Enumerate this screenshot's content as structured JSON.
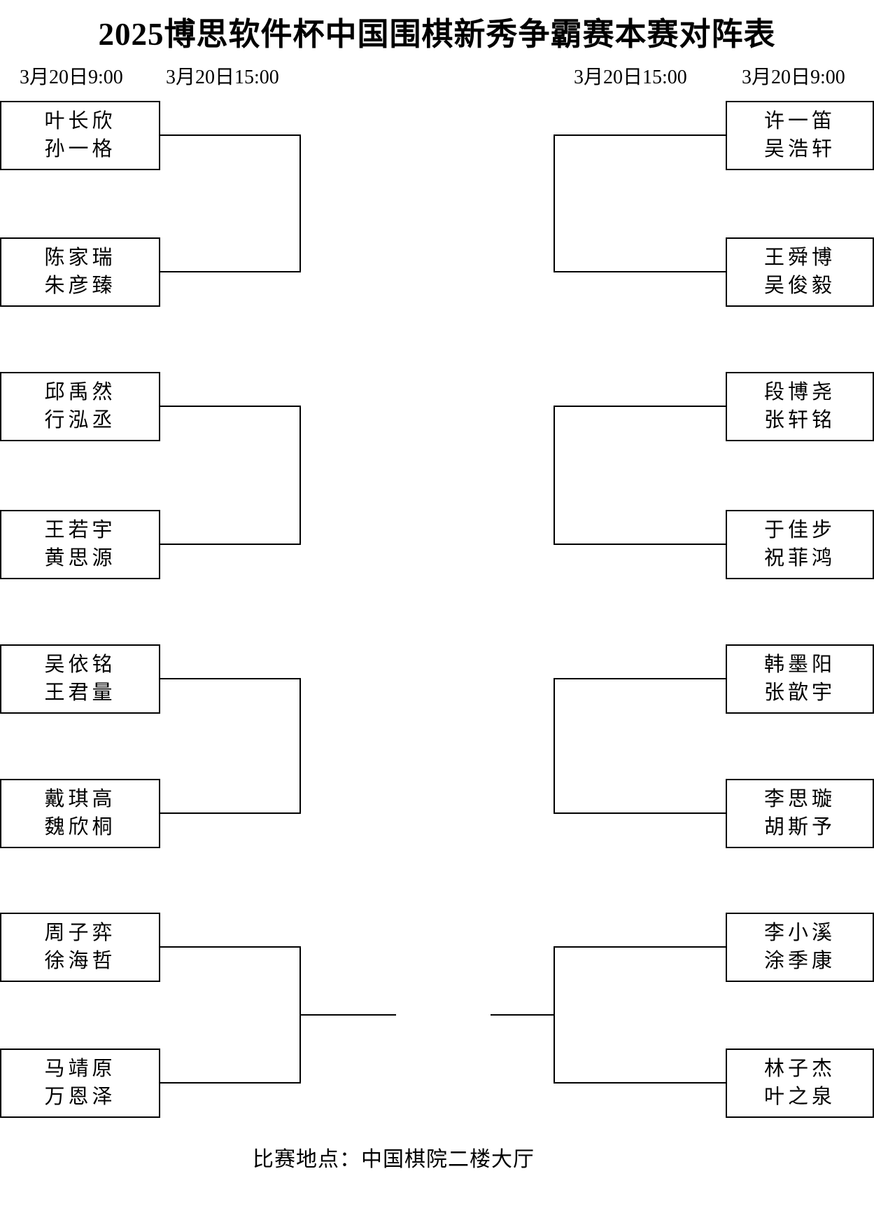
{
  "title": "2025博思软件杯中国围棋新秀争霸赛本赛对阵表",
  "schedule": {
    "left_round1": "3月20日9:00",
    "left_round2": "3月20日15:00",
    "right_round2": "3月20日15:00",
    "right_round1": "3月20日9:00"
  },
  "bracket": {
    "left_pairs": [
      {
        "players": [
          "叶长欣",
          "孙一格"
        ]
      },
      {
        "players": [
          "陈家瑞",
          "朱彦臻"
        ]
      },
      {
        "players": [
          "邱禹然",
          "行泓丞"
        ]
      },
      {
        "players": [
          "王若宇",
          "黄思源"
        ]
      },
      {
        "players": [
          "吴依铭",
          "王君量"
        ]
      },
      {
        "players": [
          "戴琪高",
          "魏欣桐"
        ]
      },
      {
        "players": [
          "周子弈",
          "徐海哲"
        ]
      },
      {
        "players": [
          "马靖原",
          "万恩泽"
        ]
      }
    ],
    "right_pairs": [
      {
        "players": [
          "许一笛",
          "吴浩轩"
        ]
      },
      {
        "players": [
          "王舜博",
          "吴俊毅"
        ]
      },
      {
        "players": [
          "段博尧",
          "张轩铭"
        ]
      },
      {
        "players": [
          "于佳步",
          "祝菲鸿"
        ]
      },
      {
        "players": [
          "韩墨阳",
          "张歆宇"
        ]
      },
      {
        "players": [
          "李思璇",
          "胡斯予"
        ]
      },
      {
        "players": [
          "李小溪",
          "涂季康"
        ]
      },
      {
        "players": [
          "林子杰",
          "叶之泉"
        ]
      }
    ]
  },
  "footer": {
    "venue": "比赛地点：中国棋院二楼大厅"
  },
  "colors": {
    "background": "#ffffff",
    "line": "#000000",
    "text": "#000000"
  }
}
